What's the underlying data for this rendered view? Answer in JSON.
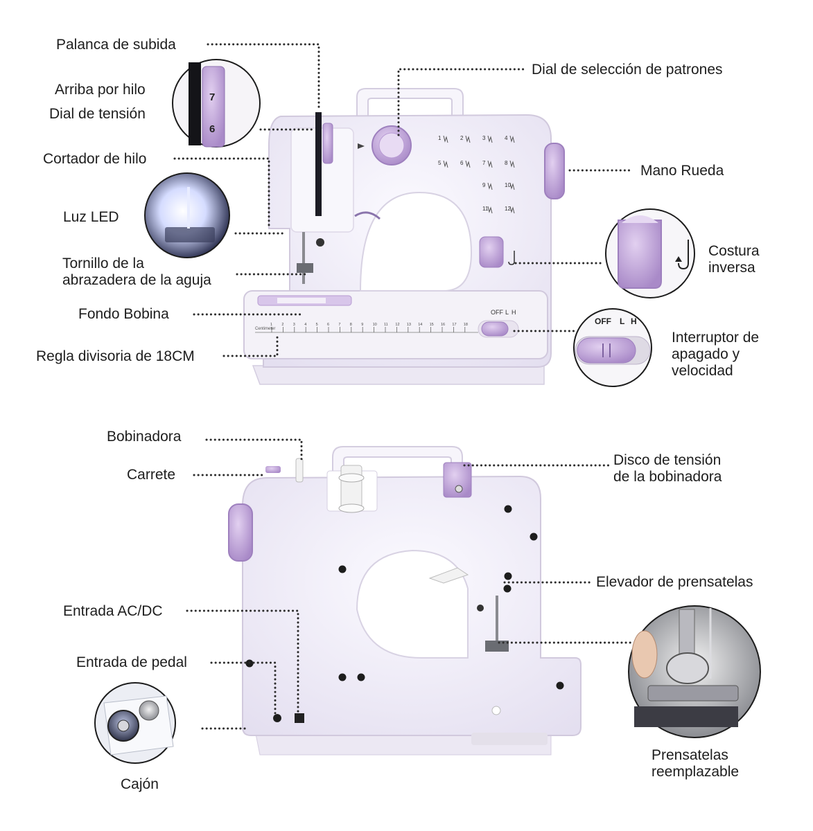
{
  "labels": {
    "lever": "Palanca de subida",
    "thread_up": "Arriba por hilo",
    "tension_dial": "Dial de tensión",
    "cutter": "Cortador de hilo",
    "led": "Luz LED",
    "needle_screw_1": "Tornillo de la",
    "needle_screw_2": "abrazadera de la aguja",
    "bobbin": "Fondo Bobina",
    "ruler": "Regla divisoria de 18CM",
    "pattern_dial": "Dial de selección de patrones",
    "handwheel": "Mano Rueda",
    "reverse_1": "Costura",
    "reverse_2": "inversa",
    "switch_1": "Interruptor de",
    "switch_2": "apagado y",
    "switch_3": "velocidad",
    "winder": "Bobinadora",
    "spool": "Carrete",
    "winder_tension_1": "Disco de tensión",
    "winder_tension_2": "de la bobinadora",
    "presser_lifter": "Elevador de prensatelas",
    "acdc": "Entrada AC/DC",
    "pedal": "Entrada de pedal",
    "presser_foot_1": "Prensatelas",
    "presser_foot_2": "reemplazable",
    "drawer": "Cajón"
  },
  "machine_marks": {
    "switch_off": "OFF",
    "switch_l": "L",
    "switch_h": "H",
    "tension_7": "7",
    "tension_6": "6",
    "ruler_unit": "Centimeter",
    "ruler_ticks": [
      "1",
      "2",
      "3",
      "4",
      "5",
      "6",
      "7",
      "8",
      "9",
      "10",
      "11",
      "12",
      "13",
      "14",
      "15",
      "16",
      "17",
      "18"
    ],
    "stitch_numbers": [
      "1",
      "2",
      "3",
      "4",
      "5",
      "6",
      "7",
      "8",
      "9",
      "10",
      "11",
      "12"
    ]
  },
  "colors": {
    "lavender": "#c6a8de",
    "lavender_dark": "#a584c4",
    "body": "#f3f0f7",
    "outline": "#d7d0e0",
    "dots": "#333333"
  }
}
